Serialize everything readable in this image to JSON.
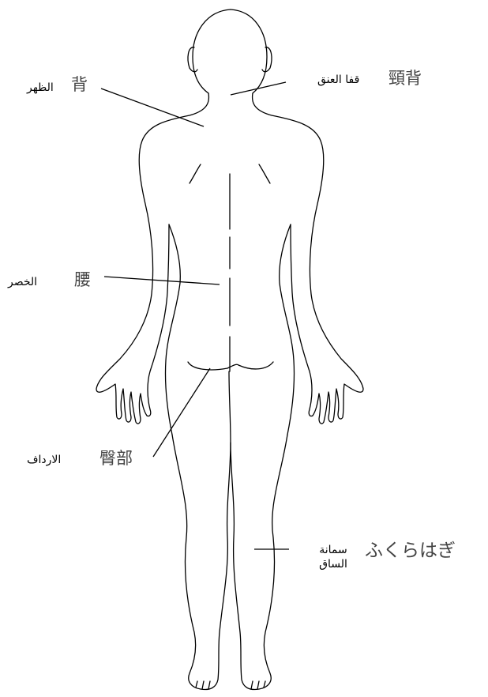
{
  "labels": {
    "back": {
      "ar": "الظهر",
      "jp": "背"
    },
    "nape": {
      "ar": "قفا العنق",
      "jp": "頸背"
    },
    "waist": {
      "ar": "الخصر",
      "jp": "腰"
    },
    "hips": {
      "ar": "الارداف",
      "jp": "臀部"
    },
    "calf": {
      "ar_line1": "سمانة",
      "ar_line2": "الساق",
      "jp": "ふくらはぎ"
    }
  },
  "colors": {
    "outline": "#000000",
    "japanese_text": "#444444"
  }
}
